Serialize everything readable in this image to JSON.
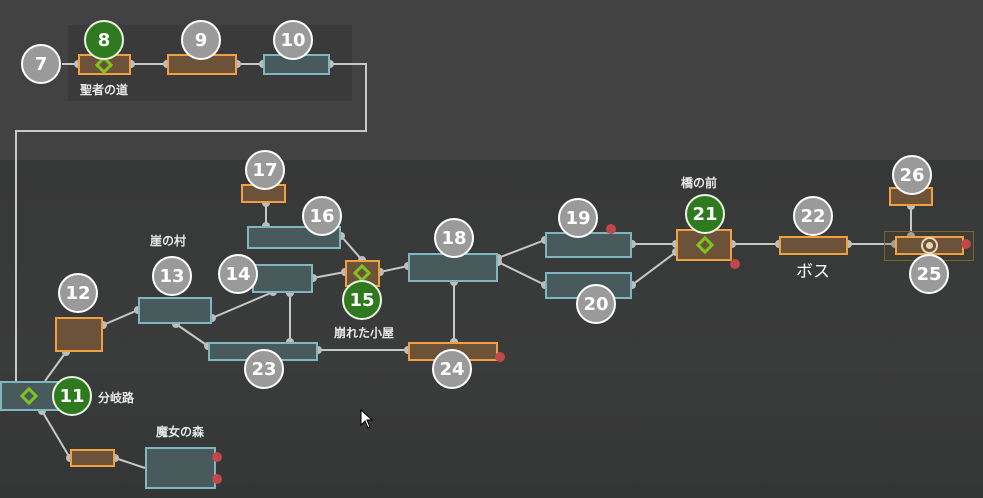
{
  "nodes": {
    "n7": "7",
    "n8": "8",
    "n9": "9",
    "n10": "10",
    "n11": "11",
    "n12": "12",
    "n13": "13",
    "n14": "14",
    "n15": "15",
    "n16": "16",
    "n17": "17",
    "n18": "18",
    "n19": "19",
    "n20": "20",
    "n21": "21",
    "n22": "22",
    "n23": "23",
    "n24": "24",
    "n25": "25",
    "n26": "26"
  },
  "labels": {
    "saint_road": "聖者の道",
    "cliff_village": "崖の村",
    "ruined_hut": "崩れた小屋",
    "bridge_front": "橋の前",
    "boss": "ボス",
    "crossroads": "分岐路",
    "witch_forest": "魔女の森"
  },
  "colors": {
    "orange": "#f0a040",
    "teal": "#7fb6bf",
    "checkpoint": "#2f7a1f",
    "diamond": "#7cc520",
    "marker_red": "#c0474a"
  }
}
